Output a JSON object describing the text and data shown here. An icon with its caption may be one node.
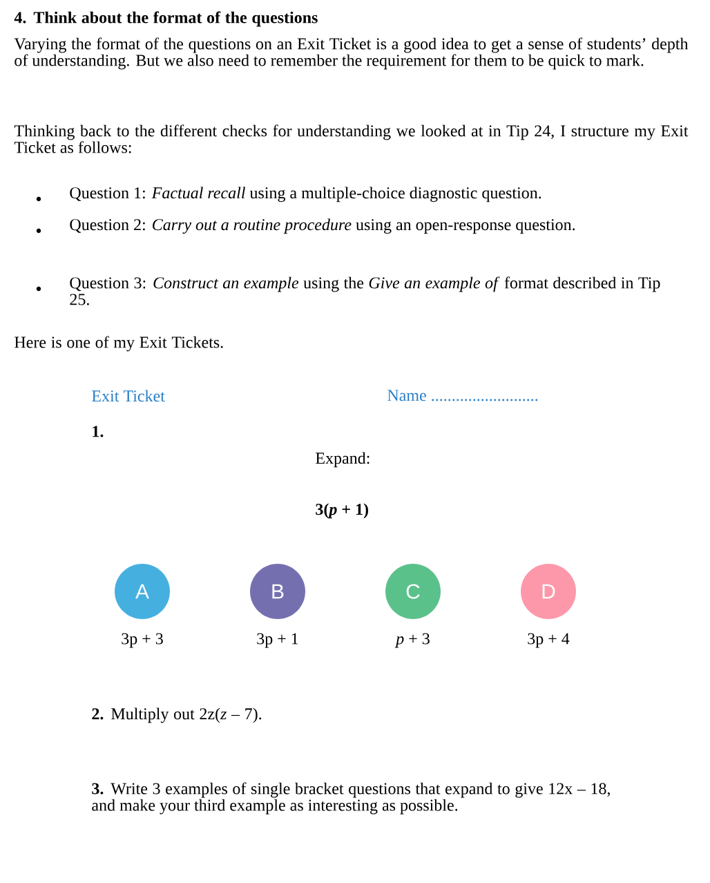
{
  "diagram": {
    "title": "4. Think about the format of the questions",
    "nodes": [
      {
        "text": [
          "A"
        ],
        "beside": [
          "3p + 3"
        ]
      },
      {
        "text": [
          "B"
        ],
        "beside": [
          "3p + 1"
        ]
      },
      {
        "text": [
          "C"
        ],
        "beside": [
          "*p* + 3"
        ]
      },
      {
        "text": [
          "D"
        ],
        "beside": [
          "3p + 4"
        ]
      }
    ],
    "labels": [
      "Varying the format of the questions on an Exit Ticket is a good idea to get a sense of students’ depth of understanding. But we also need to remember the requirement for them to be quick to mark.",
      "Thinking back to the different checks for understanding we looked at in Tip 24, I structure my Exit Ticket as follows:",
      "Question 1: *Factual recall* using a multiple-choice diagnostic question.",
      "Question 2: *Carry out a routine procedure* using an open-response question.",
      "Question 3: *Construct an example* using the *Give an example of* format described in Tip 25.",
      "Here is one of my Exit Tickets.",
      "Exit Ticket",
      "Name ..........................",
      "1.",
      "Expand:",
      "3(*p* + 1)",
      "**2.** Multiply out 2z(*z* – 7).",
      "**3.** Write 3 examples of single bracket questions that expand to give 12x – 18, and make your third example as interesting as possible."
    ]
  }
}
